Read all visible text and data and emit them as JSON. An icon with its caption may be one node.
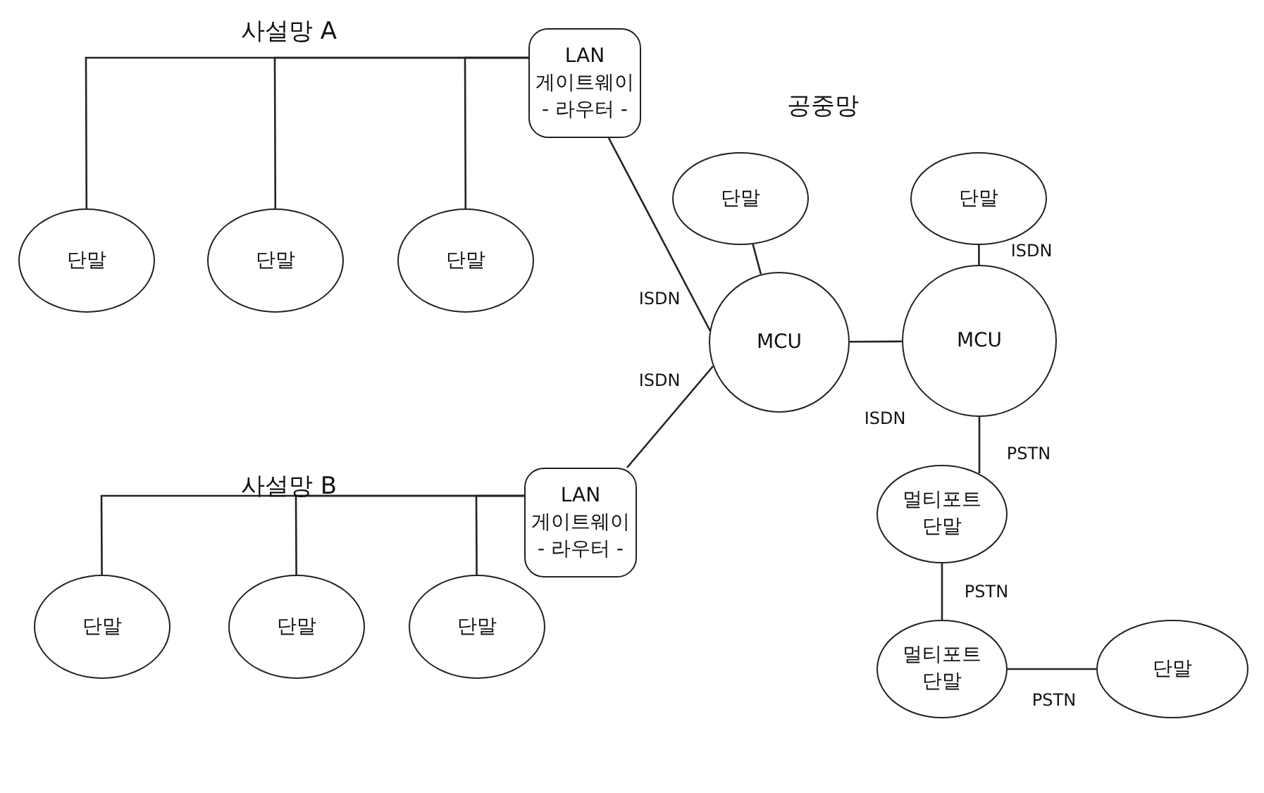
{
  "diagram": {
    "nodes": [
      {
        "text": [
          "LAN 게이트웨이 - 라우터 -"
        ]
      },
      {
        "text": [
          "단말"
        ]
      },
      {
        "text": [
          "단말"
        ]
      },
      {
        "text": [
          "단말"
        ]
      },
      {
        "text": [
          "LAN 게이트웨이 - 라우터 -"
        ]
      },
      {
        "text": [
          "단말"
        ]
      },
      {
        "text": [
          "단말"
        ]
      },
      {
        "text": [
          "단말"
        ]
      },
      {
        "text": [
          "단말"
        ]
      },
      {
        "text": [
          "단말"
        ]
      },
      {
        "text": [
          "MCU"
        ]
      },
      {
        "text": [
          "MCU"
        ]
      },
      {
        "text": [
          "멀티포트 단말"
        ]
      },
      {
        "text": [
          "멀티포트 단말"
        ]
      },
      {
        "text": [
          "단말"
        ]
      }
    ],
    "edges": [
      {
        "from": 0,
        "to": 1,
        "arrow": "none"
      },
      {
        "from": 0,
        "to": 2,
        "arrow": "none"
      },
      {
        "from": 0,
        "to": 3,
        "arrow": "none"
      },
      {
        "from": 4,
        "to": 5,
        "arrow": "none"
      },
      {
        "from": 4,
        "to": 6,
        "arrow": "none"
      },
      {
        "from": 4,
        "to": 7,
        "arrow": "none"
      },
      {
        "from": 0,
        "to": 10,
        "arrow": "none",
        "label": "ISDN"
      },
      {
        "from": 4,
        "to": 10,
        "arrow": "none",
        "label": "ISDN"
      },
      {
        "from": 8,
        "to": 10,
        "arrow": "none"
      },
      {
        "from": 9,
        "to": 11,
        "arrow": "none",
        "label": "ISDN"
      },
      {
        "from": 10,
        "to": 11,
        "arrow": "none",
        "label": "ISDN"
      },
      {
        "from": 11,
        "to": 12,
        "arrow": "none",
        "label": "PSTN"
      },
      {
        "from": 12,
        "to": 13,
        "arrow": "none",
        "label": "PSTN"
      },
      {
        "from": 13,
        "to": 14,
        "arrow": "none",
        "label": "PSTN"
      }
    ],
    "labels": [
      "사설망 A",
      "사설망 B",
      "공중망"
    ]
  }
}
